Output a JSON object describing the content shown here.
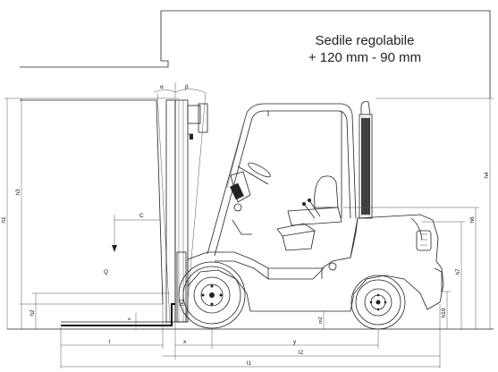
{
  "note": {
    "line1": "Sedile regolabile",
    "line2": "+ 120 mm - 90 mm"
  },
  "dimensions": {
    "h1": "h1",
    "h2": "h2",
    "h3": "h3",
    "h4": "h4",
    "h6": "h6",
    "h7": "h7",
    "h10": "h10",
    "m1": "m1",
    "m2": "m2",
    "s": "s",
    "l": "l",
    "l1": "l1",
    "l2": "l2",
    "x": "x",
    "y": "y",
    "c": "C",
    "q": "Q",
    "alpha": "α",
    "beta": "β"
  }
}
